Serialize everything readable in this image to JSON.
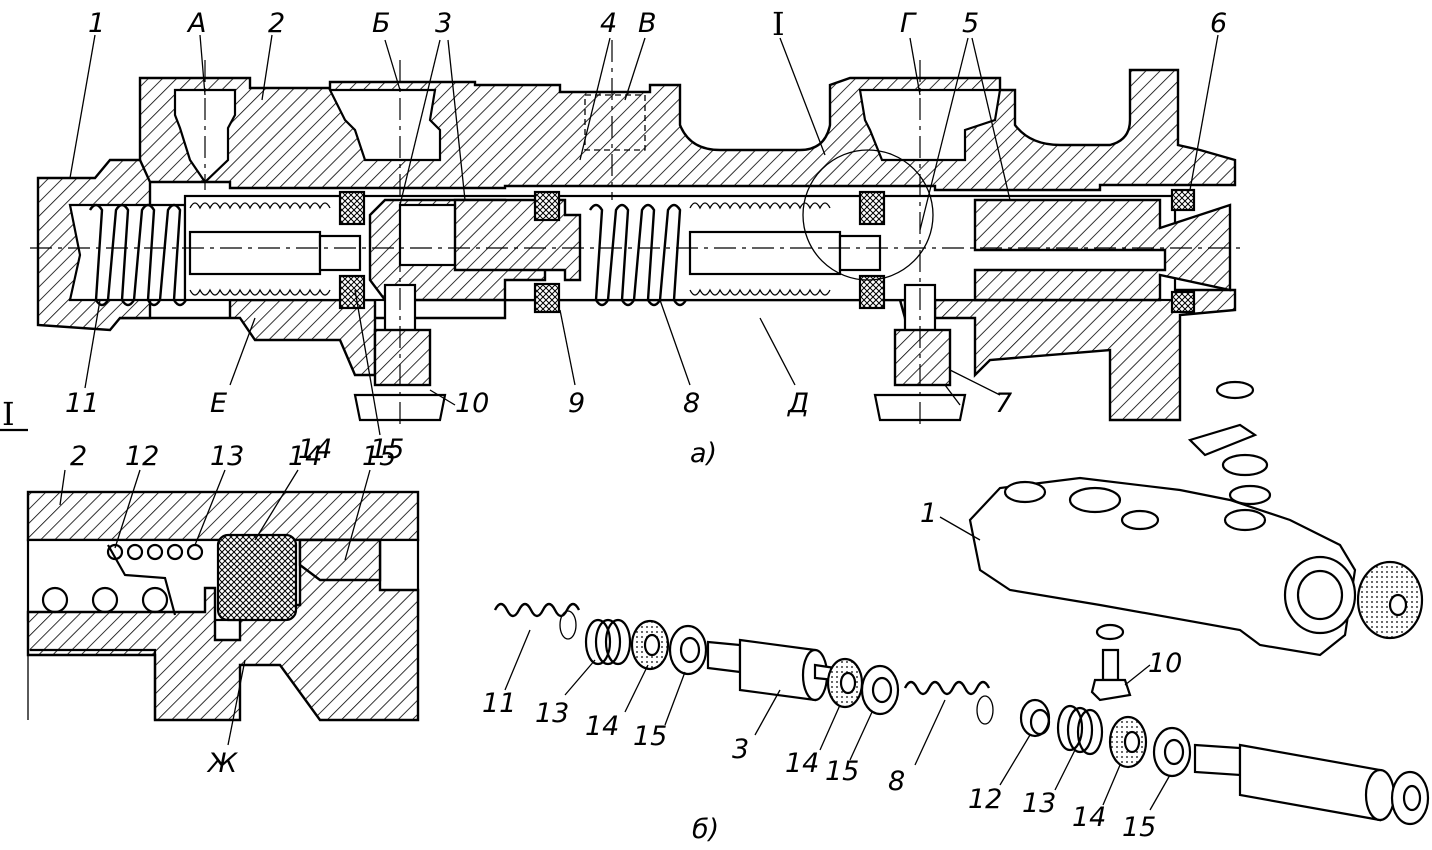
{
  "figure": {
    "caption_a": "а)",
    "caption_b": "б)",
    "section_mark": "I",
    "detail_mark": "I"
  },
  "main_view_labels": {
    "part_1": "1",
    "port_A": "А",
    "part_2": "2",
    "port_B": "Б",
    "part_3": "3",
    "part_4": "4",
    "port_V": "В",
    "part_5": "5",
    "port_G": "Г",
    "part_6": "6",
    "part_7": "7",
    "part_8": "8",
    "part_9": "9",
    "part_10": "10",
    "part_11": "11",
    "part_14": "14",
    "part_15": "15",
    "cavity_E": "Е",
    "cavity_D": "Д"
  },
  "detail_view_labels": {
    "part_2": "2",
    "part_12": "12",
    "part_13": "13",
    "part_14": "14",
    "part_15": "15",
    "hole_Zh": "Ж"
  },
  "exploded_view_labels": {
    "part_1": "1",
    "part_10": "10",
    "part_11": "11",
    "part_13a": "13",
    "part_14a": "14",
    "part_15a": "15",
    "part_3": "3",
    "part_14b": "14",
    "part_15b": "15",
    "part_8": "8",
    "part_12": "12",
    "part_13b": "13",
    "part_14c": "14",
    "part_15c": "15"
  },
  "colors": {
    "ink": "#000000",
    "paper": "#ffffff"
  }
}
